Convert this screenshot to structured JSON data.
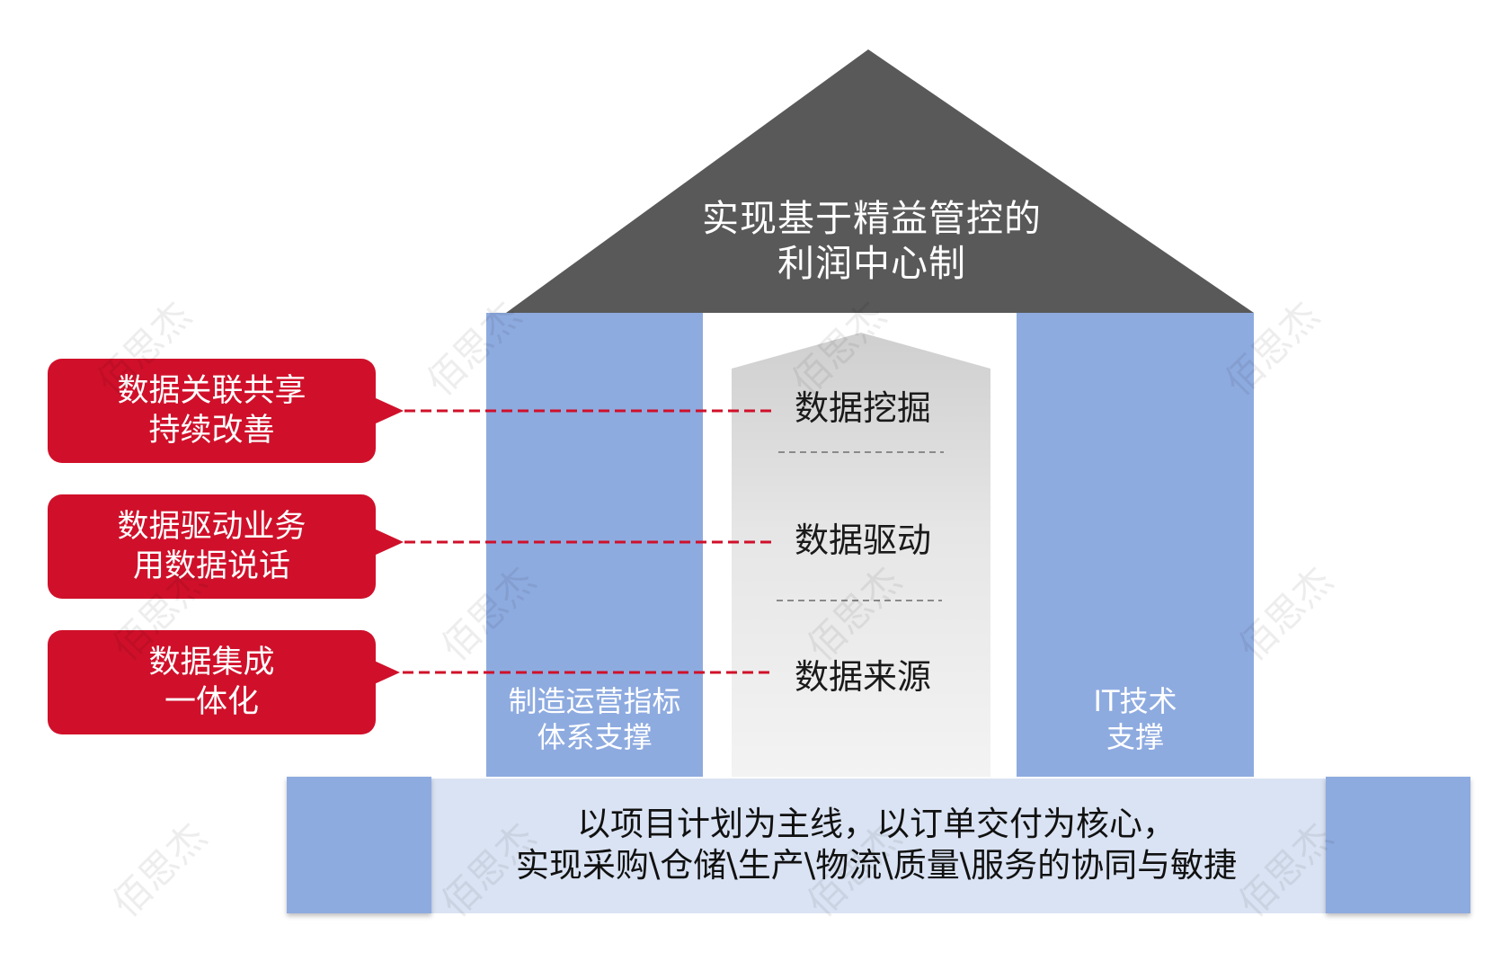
{
  "roof": {
    "title_line1": "实现基于精益管控的",
    "title_line2": "利润中心制"
  },
  "pillars": {
    "left": {
      "line1": "制造运营指标",
      "line2": "体系支撑"
    },
    "right": {
      "line1": "IT技术",
      "line2": "支撑"
    }
  },
  "layers": [
    {
      "label": "数据挖掘"
    },
    {
      "label": "数据驱动"
    },
    {
      "label": "数据来源"
    }
  ],
  "outcomes": [
    {
      "line1": "数据关联共享",
      "line2": "持续改善"
    },
    {
      "line1": "数据驱动业务",
      "line2": "用数据说话"
    },
    {
      "line1": "数据集成",
      "line2": "一体化"
    }
  ],
  "foundation": {
    "line1": "以项目计划为主线，以订单交付为核心，",
    "line2": "实现采购\\仓储\\生产\\物流\\质量\\服务的协同与敏捷"
  },
  "watermark": "佰思杰",
  "colors": {
    "roof": "#595959",
    "pillar": "#8eabe0",
    "outcome_box": "#d0102a",
    "arrow": "#d0102a",
    "foundation_band": "#dae3f3"
  }
}
